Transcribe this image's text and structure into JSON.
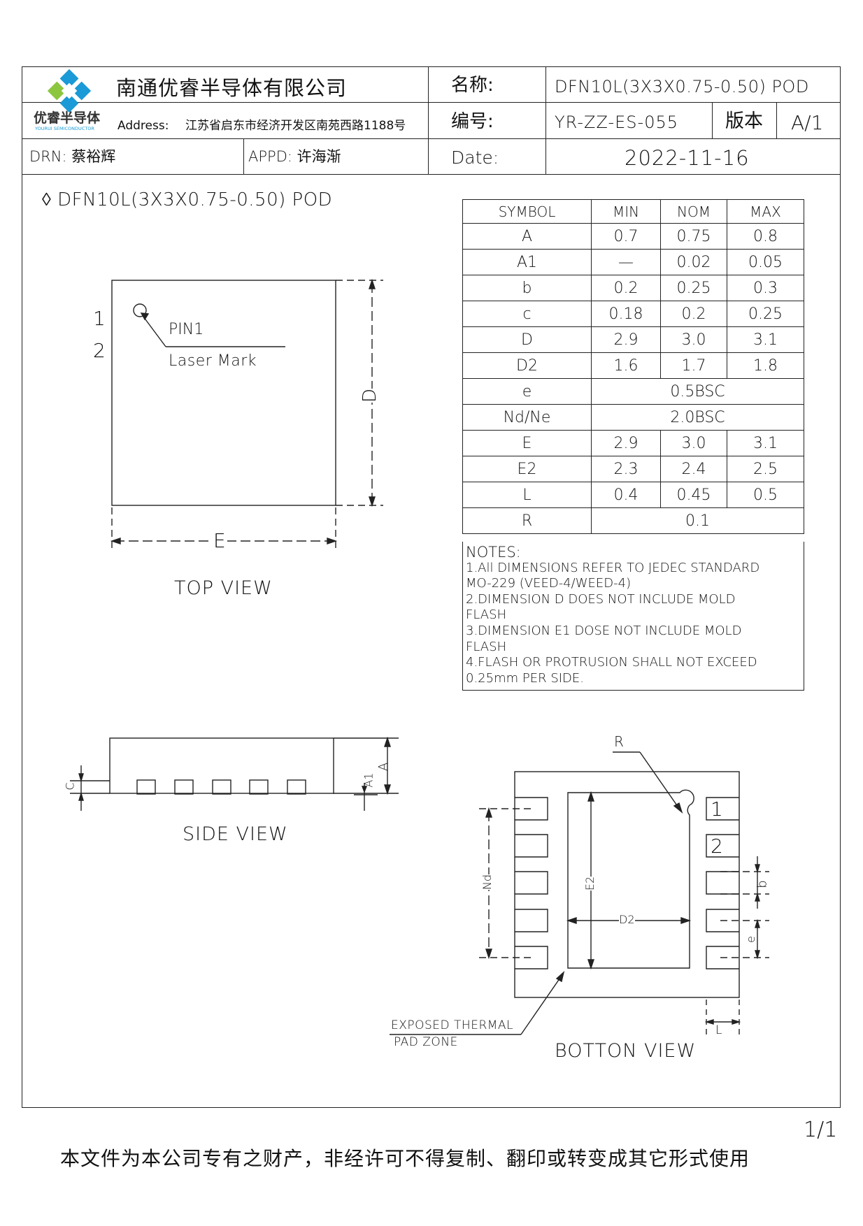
{
  "company": {
    "name": "南通优睿半导体有限公司",
    "logo_text": "优睿半导体",
    "logo_subtext": "YOURUI SEMICONDUCTOR",
    "address_label": "Address:",
    "address": "江苏省启东市经济开发区南苑西路1188号"
  },
  "header": {
    "name_label": "名称:",
    "name_value": "DFN10L(3X3X0.75-0.50) POD",
    "number_label": "编号:",
    "number_value": "YR-ZZ-ES-055",
    "version_label": "版本",
    "version_value": "A/1",
    "drn": "DRN: 蔡裕辉",
    "appd": "APPD: 许海渐",
    "date_label": "Date:",
    "date_value": "2022-11-16"
  },
  "drawing_title": "◊ DFN10L(3X3X0.75-0.50) POD",
  "views": {
    "top": "TOP  VIEW",
    "side": "SIDE  VIEW",
    "bottom": "BOTTON  VIEW"
  },
  "labels": {
    "pin1": "PIN1",
    "laser_mark": "Laser  Mark",
    "one": "1",
    "two": "2",
    "D": "D",
    "E": "E",
    "A": "A",
    "A1": "A1",
    "C": "C",
    "R": "R",
    "Nd": "Nd",
    "E2": "E2",
    "D2": "D2",
    "b": "b",
    "e": "e",
    "L": "L",
    "exposed1": "EXPOSED  THERMAL",
    "exposed2": "PAD  ZONE"
  },
  "table": {
    "headers": [
      "SYMBOL",
      "MIN",
      "NOM",
      "MAX"
    ],
    "rows": [
      {
        "sym": "A",
        "min": "0.7",
        "nom": "0.75",
        "max": "0.8"
      },
      {
        "sym": "A1",
        "min": "—",
        "nom": "0.02",
        "max": "0.05"
      },
      {
        "sym": "b",
        "min": "0.2",
        "nom": "0.25",
        "max": "0.3"
      },
      {
        "sym": "c",
        "min": "0.18",
        "nom": "0.2",
        "max": "0.25"
      },
      {
        "sym": "D",
        "min": "2.9",
        "nom": "3.0",
        "max": "3.1"
      },
      {
        "sym": "D2",
        "min": "1.6",
        "nom": "1.7",
        "max": "1.8"
      },
      {
        "sym": "e",
        "span": "0.5BSC"
      },
      {
        "sym": "Nd/Ne",
        "span": "2.0BSC"
      },
      {
        "sym": "E",
        "min": "2.9",
        "nom": "3.0",
        "max": "3.1"
      },
      {
        "sym": "E2",
        "min": "2.3",
        "nom": "2.4",
        "max": "2.5"
      },
      {
        "sym": "L",
        "min": "0.4",
        "nom": "0.45",
        "max": "0.5"
      },
      {
        "sym": "R",
        "span": "0.1"
      }
    ]
  },
  "notes": [
    "NOTES:",
    "1.All  DIMENSIONS  REFER  TO  JEDEC  STANDARD",
    "MO-229 (VEED-4/WEED-4)",
    "2.DIMENSION  D  DOES  NOT  INCLUDE  MOLD",
    "FLASH",
    "3.DIMENSION  E1  DOSE  NOT  INCLUDE  MOLD",
    "FLASH",
    "4.FLASH  OR  PROTRUSION  SHALL  NOT  EXCEED",
    "0.25mm  PER  SIDE."
  ],
  "page_number": "1/1",
  "footer": "本文件为本公司专有之财产，非经许可不得复制、翻印或转变成其它形式使用"
}
